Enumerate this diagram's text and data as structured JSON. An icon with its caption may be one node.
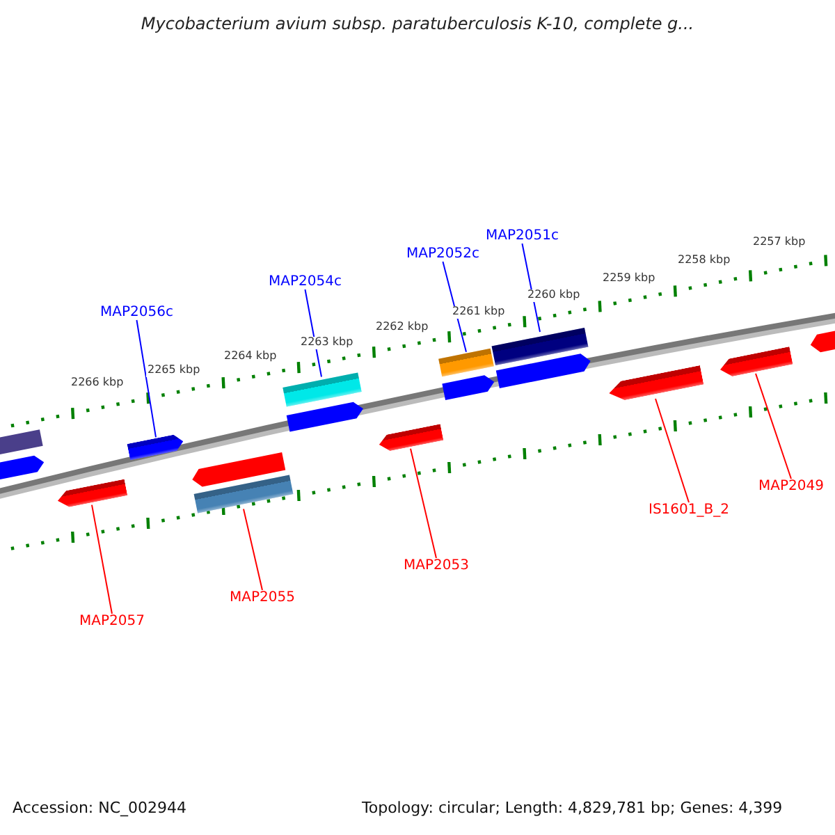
{
  "diagram": {
    "title": "Mycobacterium avium subsp. paratuberculosis K-10, complete g...",
    "nodes": [
      {
        "text": [
          "MAP2056c"
        ]
      },
      {
        "text": [
          "MAP2054c"
        ]
      },
      {
        "text": [
          "MAP2052c"
        ]
      },
      {
        "text": [
          "MAP2051c"
        ]
      },
      {
        "text": [
          "MAP2057"
        ]
      },
      {
        "text": [
          "MAP2055"
        ]
      },
      {
        "text": [
          "MAP2053"
        ]
      },
      {
        "text": [
          "IS1601_B_2"
        ]
      },
      {
        "text": [
          "MAP2049"
        ]
      },
      {
        "text": [],
        "shape": "bar"
      },
      {
        "text": [],
        "shape": "bar"
      },
      {
        "text": [],
        "shape": "bar"
      },
      {
        "text": [],
        "shape": "bar"
      },
      {
        "text": [],
        "shape": "bar"
      },
      {
        "text": [],
        "shape": "bar"
      },
      {
        "text": [],
        "shape": "bar"
      },
      {
        "text": [],
        "shape": "bar"
      },
      {
        "text": [],
        "shape": "bar"
      }
    ],
    "edges": [
      {
        "from": 0,
        "to": 9,
        "arrow": "none",
        "color": "#0000ff"
      },
      {
        "from": 1,
        "to": 10,
        "arrow": "none",
        "color": "#0000ff"
      },
      {
        "from": 2,
        "to": 11,
        "arrow": "none",
        "color": "#0000ff"
      },
      {
        "from": 3,
        "to": 12,
        "arrow": "none",
        "color": "#0000ff"
      },
      {
        "from": 4,
        "to": 13,
        "arrow": "none"
      },
      {
        "from": 5,
        "to": 14,
        "arrow": "none"
      },
      {
        "from": 6,
        "to": 15,
        "arrow": "none"
      },
      {
        "from": 7,
        "to": 16,
        "arrow": "none"
      },
      {
        "from": 8,
        "to": 17,
        "arrow": "none"
      }
    ],
    "labels": [
      "2266 kbp",
      "2265 kbp",
      "2264 kbp",
      "2263 kbp",
      "2262 kbp",
      "2261 kbp",
      "2260 kbp",
      "2259 kbp",
      "2258 kbp",
      "2257 kbp",
      "Accession: NC_002944",
      "Topology: circular; Length: 4,829,781 bp; Genes: 4,399"
    ]
  }
}
